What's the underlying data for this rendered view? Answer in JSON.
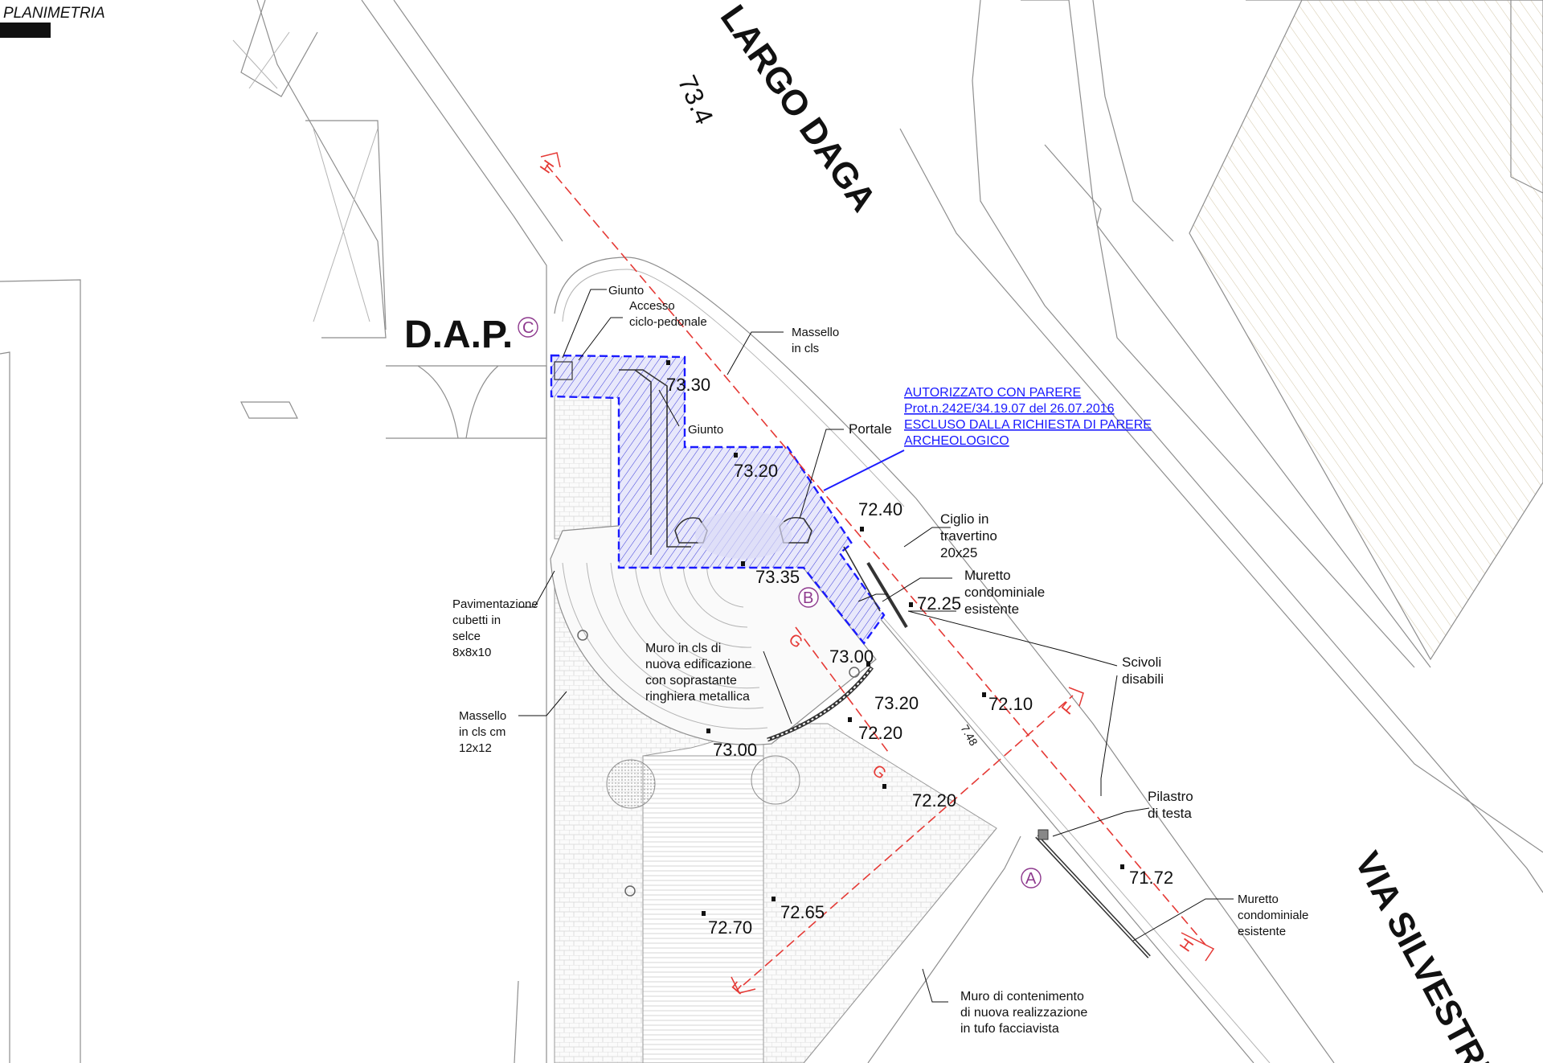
{
  "drawing": {
    "title": "PLANIMETRIA"
  },
  "streets": {
    "largo_daga": "LARGO DAGA",
    "largo_daga_elev": "73.4",
    "via_silvestri": "VIA SILVESTRI",
    "dap": "D.A.P."
  },
  "authorization": {
    "line1": "AUTORIZZATO CON PARERE",
    "line2": "Prot.n.242E/34.19.07 del 26.07.2016",
    "line3": "ESCLUSO DALLA RICHIESTA DI PARERE",
    "line4": "ARCHEOLOGICO"
  },
  "notes": {
    "giunto_top": "Giunto",
    "accesso_1": "Accesso",
    "accesso_2": "ciclo-pedonale",
    "massello_top_1": "Massello",
    "massello_top_2": "in cls",
    "giunto_mid": "Giunto",
    "portale": "Portale",
    "ciglio_1": "Ciglio in",
    "ciglio_2": "travertino",
    "ciglio_3": "20x25",
    "muretto_top_1": "Muretto",
    "muretto_top_2": "condominiale",
    "muretto_top_3": "esistente",
    "pav_1": "Pavimentazione",
    "pav_2": "cubetti in",
    "pav_3": "selce",
    "pav_4": "8x8x10",
    "muro_cls_1": "Muro in cls di",
    "muro_cls_2": "nuova edificazione",
    "muro_cls_3": "con soprastante",
    "muro_cls_4": "ringhiera metallica",
    "scivoli_1": "Scivoli",
    "scivoli_2": "disabili",
    "massello_left_1": "Massello",
    "massello_left_2": "in cls cm",
    "massello_left_3": "12x12",
    "pilastro_1": "Pilastro",
    "pilastro_2": "di testa",
    "muretto_bot_1": "Muretto",
    "muretto_bot_2": "condominiale",
    "muretto_bot_3": "esistente",
    "muro_tufo_1": "Muro di contenimento",
    "muro_tufo_2": "di nuova realizzazione",
    "muro_tufo_3": "in tufo facciavista",
    "dim_748": "7.48"
  },
  "elevations": {
    "e1": "73.30",
    "e2": "73.20",
    "e3": "72.40",
    "e4": "73.35",
    "e5": "72.25",
    "e6": "73.00",
    "e7": "73.20",
    "e8": "72.10",
    "e9": "72.20",
    "e10": "73.00",
    "e11": "72.20",
    "e12": "71.72",
    "e13": "72.65",
    "e14": "72.70"
  },
  "sections": {
    "h": "H",
    "f": "F",
    "g": "G"
  },
  "points": {
    "a": "A",
    "b": "B",
    "c": "C"
  },
  "colors": {
    "section": "#e53935",
    "authorization": "#1a1aff",
    "point_marker": "#8e3a8e",
    "linework": "#8e8e8e"
  }
}
